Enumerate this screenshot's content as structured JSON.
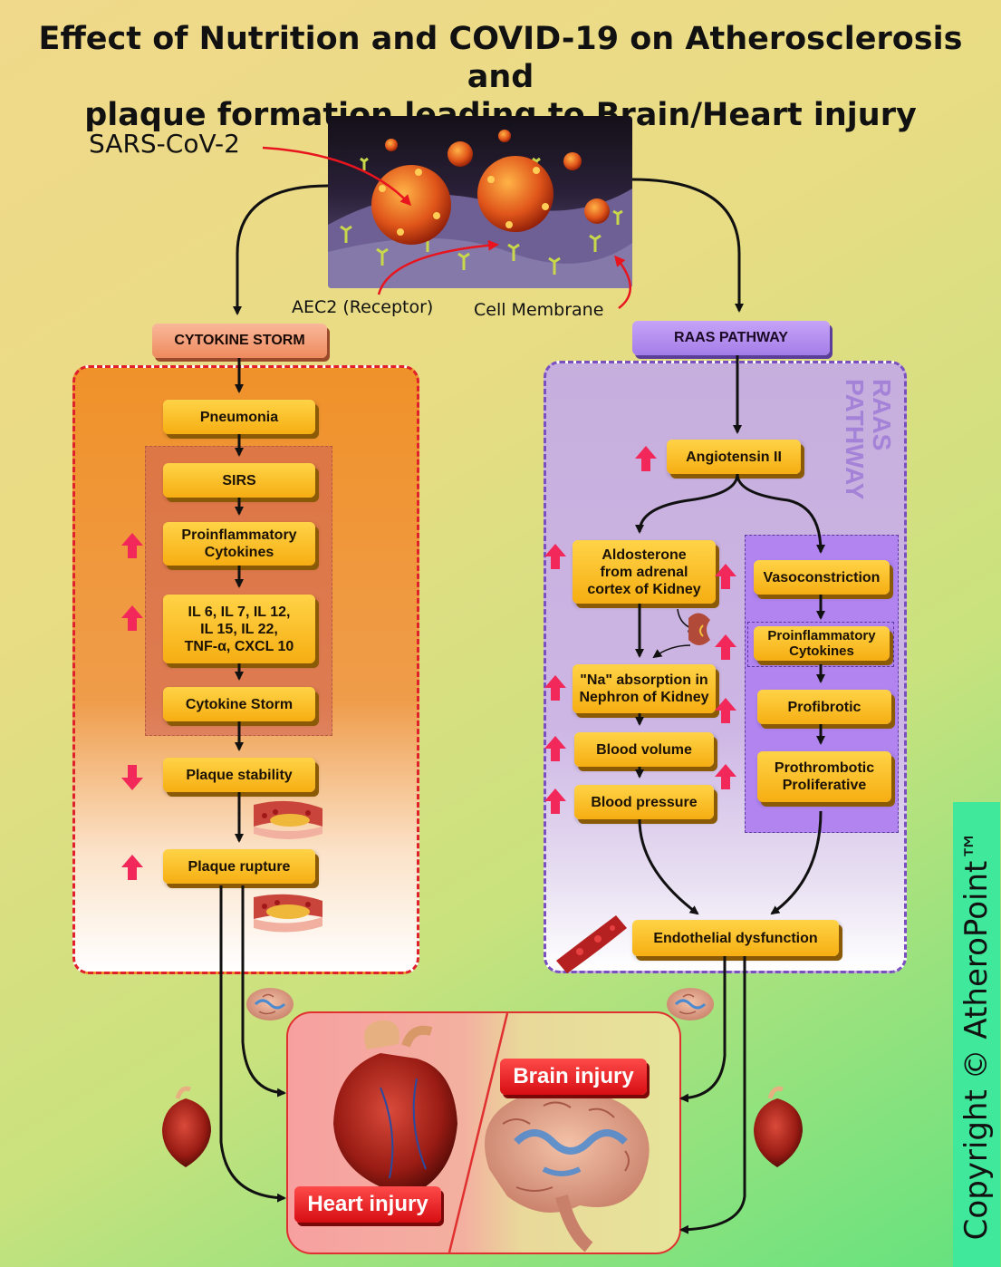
{
  "title": {
    "line1": "Effect of Nutrition and COVID-19 on Atherosclerosis and",
    "line2": "plaque formation leading to Brain/Heart injury"
  },
  "top_labels": {
    "sars": "SARS-CoV-2",
    "receptor": "AEC2 (Receptor)",
    "membrane": "Cell Membrane"
  },
  "left": {
    "header": "CYTOKINE STORM",
    "pneumonia": "Pneumonia",
    "sirs": "SIRS",
    "proinflammatory_1": "Proinflammatory",
    "proinflammatory_2": "Cytokines",
    "il_1": "IL 6, IL 7, IL 12,",
    "il_2": "IL 15, IL 22,",
    "il_3": "TNF-α, CXCL 10",
    "cytokine_storm": "Cytokine Storm",
    "plaque_stability": "Plaque stability",
    "plaque_rupture": "Plaque rupture"
  },
  "right": {
    "header": "RAAS PATHWAY",
    "vertical_1": "RAAS",
    "vertical_2": "PATHWAY",
    "angiotensin": "Angiotensin II",
    "aldosterone_1": "Aldosterone",
    "aldosterone_2": "from adrenal",
    "aldosterone_3": "cortex of Kidney",
    "vasoconstriction": "Vasoconstriction",
    "proinflammatory_1": "Proinflammatory",
    "proinflammatory_2": "Cytokines",
    "na_1": "\"Na\" absorption in",
    "na_2": "Nephron of Kidney",
    "profibrotic": "Profibrotic",
    "blood_volume": "Blood volume",
    "prothrombotic_1": "Prothrombotic",
    "prothrombotic_2": "Proliferative",
    "blood_pressure": "Blood pressure",
    "endothelial": "Endothelial dysfunction"
  },
  "outcomes": {
    "brain": "Brain injury",
    "heart": "Heart injury"
  },
  "copyright": "Copyright © AtheroPoint™",
  "colors": {
    "box_fill": "#f8b518",
    "cytokine_panel": "#f0922a",
    "raas_panel": "#c6aedd",
    "up_arrow": "#f2285a",
    "outcome_border": "#e03030",
    "copyright_bg": "#3fe89a"
  },
  "indicator_icons": [
    "up-arrow",
    "down-arrow"
  ]
}
